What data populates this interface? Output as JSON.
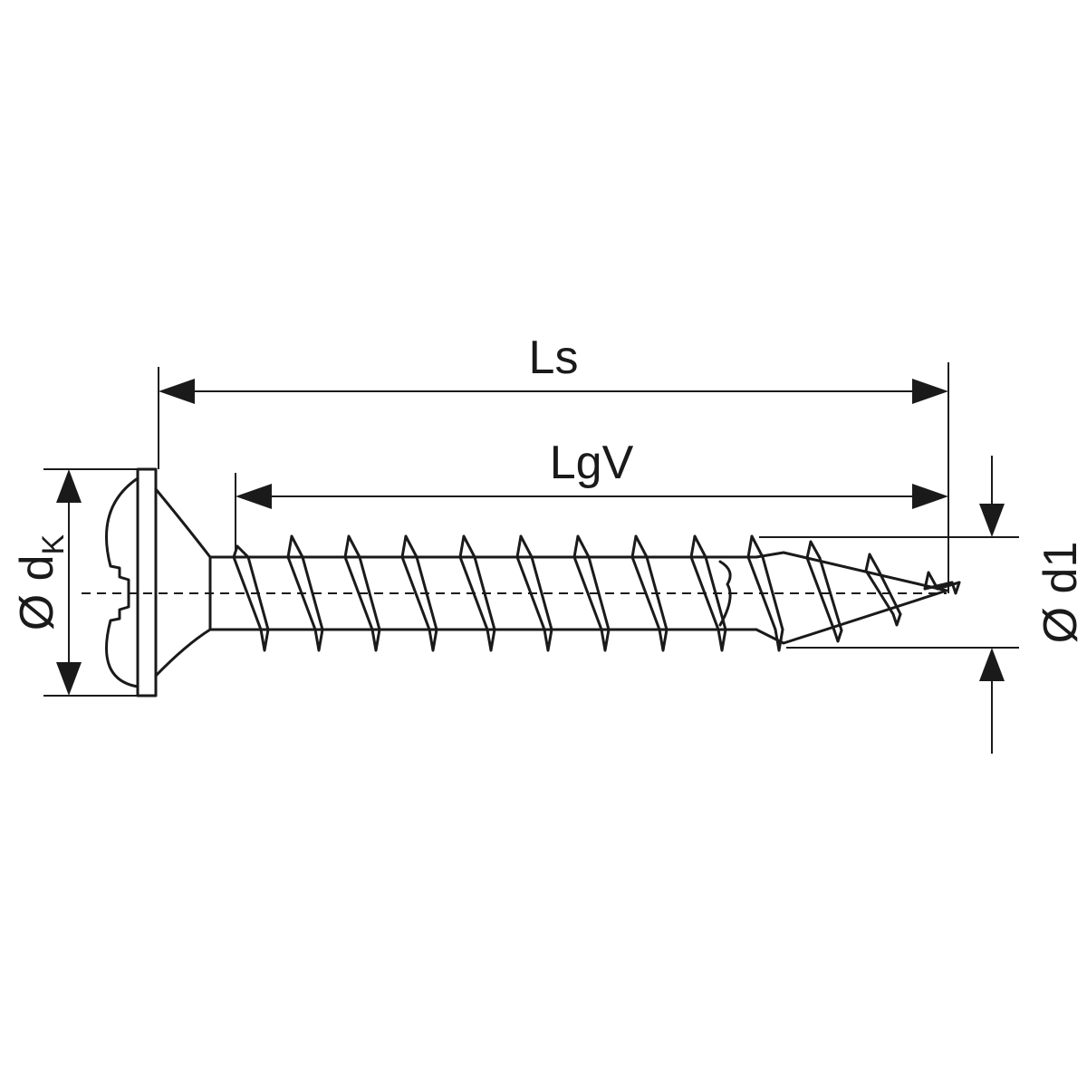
{
  "labels": {
    "overall_length": "Ls",
    "thread_length": "LgV",
    "head_diameter_symbol": "Ø d",
    "head_diameter_subscript": "K",
    "thread_diameter": "Ø d1"
  },
  "colors": {
    "line": "#1a1a1a",
    "background": "#ffffff"
  }
}
